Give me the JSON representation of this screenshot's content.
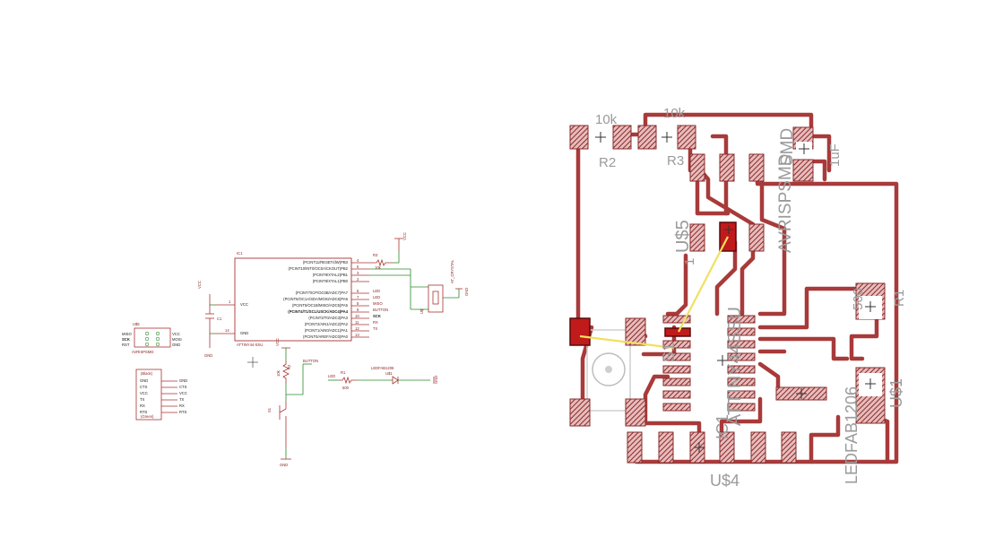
{
  "schematic": {
    "main_ic": {
      "name": "IC1",
      "value": "ATTINY44-SSU",
      "pins_left": [
        "VCC",
        "GND"
      ],
      "pins_right": [
        "(PCINT11/RESET/dW)PB3",
        "(PCINT10/INT0/OC0A/CKOUT)PB2",
        "(PCINT9/XTAL2)PB1",
        "(PCINT8/XTAL1)PB0",
        "(PCINT7/ICP/OC0B/ADC7)PA7",
        "(PCINT6/OC1A/SDA/MOSI/ADC6)PA6",
        "(PCINT5/OC1B/MISO/ADC5)PA5",
        "(PCINT4/T1/SCL/USCK/ADC4)PA4",
        "(PCINT3/T0/ADC3)PA3",
        "(PCINT2/AIN1/ADC2)PA2",
        "(PCINT1/AIN0/ADC1)PA1",
        "(PCINT0/AREF/ADC0)PA0"
      ],
      "pin_numbers_left": [
        "1",
        "14"
      ],
      "pin_numbers_right": [
        "4",
        "5",
        "3",
        "2",
        "6",
        "7",
        "8",
        "9",
        "10",
        "11",
        "12",
        "13"
      ],
      "net_labels_right": [
        "LED",
        "LED",
        "MISO",
        "BUTTON",
        "SCK",
        "RX",
        "TX"
      ]
    },
    "resistor_top": {
      "name": "R3",
      "value": "10k"
    },
    "crystal": {
      "name": "U$",
      "value": "AT_CRYSTAL"
    },
    "capacitor": {
      "name": "C1"
    },
    "vcc_label": "VCC",
    "gnd_label": "GND",
    "isp": {
      "name": "U$5",
      "value": "AVRISPSMD",
      "left_pins": [
        "MISO",
        "SCK",
        "RST"
      ],
      "right_pins": [
        "VCC",
        "MOSI",
        "GND"
      ]
    },
    "ftdi": {
      "header": "(Black)",
      "footer": "(Green)",
      "pins": [
        "GND",
        "CTS",
        "VCC",
        "TX",
        "RX",
        "RTS"
      ]
    },
    "button_block": {
      "r_name": "R2",
      "r_value": "10k",
      "switch_name": "S1",
      "net": "BUTTON",
      "gnd": "GND"
    },
    "led_block": {
      "r_name": "R1",
      "r_value": "500",
      "net": "LED",
      "led_name": "LEDFAB1206",
      "led_ref": "U$1"
    }
  },
  "pcb": {
    "labels": {
      "r2_value": "10k",
      "r2_name": "R2",
      "r3_value": "10k",
      "r3_name": "R3",
      "cap_value": "1uF",
      "cap_name": "SMD",
      "isp_name": "AVRISPSMD",
      "u5": "U$5",
      "mcu": "ATTINY44SSU",
      "r1_value": "500",
      "r1_name": "R1",
      "led_name": "LEDFAB1206",
      "led_ref": "U$1",
      "ftdi_ref": "U$4",
      "s1": "S1",
      "pin1": "1",
      "ic": "IC1"
    },
    "colors": {
      "trace": "#a83a3a",
      "pad_hatch": "#8a2a2a",
      "selected_pad": "#c01a1a",
      "ratsnest": "#f0e060",
      "label": "#9a9a9a"
    }
  }
}
